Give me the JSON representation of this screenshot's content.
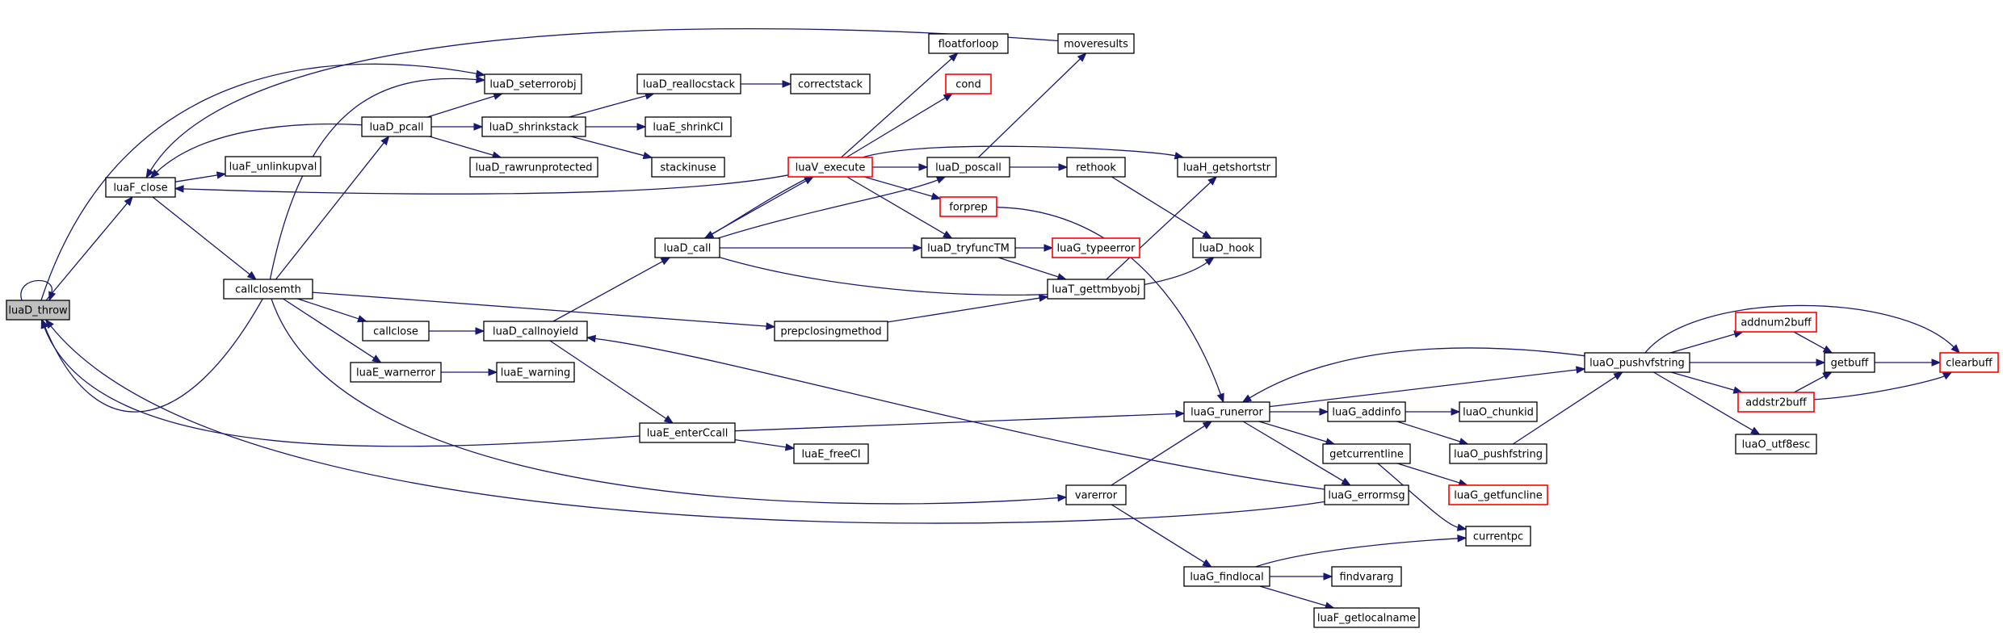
{
  "diagram": {
    "kind": "call graph",
    "colors": {
      "edge": "#191970",
      "node_border": "#000000",
      "root_fill": "#bfbfbf",
      "truncated_border": "#ff0000",
      "background": "#ffffff"
    },
    "nodes": [
      {
        "id": "luaD_throw",
        "label": "luaD_throw",
        "root": true
      },
      {
        "id": "luaF_close",
        "label": "luaF_close"
      },
      {
        "id": "callclosemth",
        "label": "callclosemth"
      },
      {
        "id": "luaF_unlinkupval",
        "label": "luaF_unlinkupval"
      },
      {
        "id": "luaD_seterrorobj",
        "label": "luaD_seterrorobj"
      },
      {
        "id": "luaD_pcall",
        "label": "luaD_pcall"
      },
      {
        "id": "luaD_shrinkstack",
        "label": "luaD_shrinkstack"
      },
      {
        "id": "luaD_reallocstack",
        "label": "luaD_reallocstack"
      },
      {
        "id": "correctstack",
        "label": "correctstack"
      },
      {
        "id": "luaE_shrinkCI",
        "label": "luaE_shrinkCI"
      },
      {
        "id": "stackinuse",
        "label": "stackinuse"
      },
      {
        "id": "luaD_rawrunprotected",
        "label": "luaD_rawrunprotected"
      },
      {
        "id": "callclose",
        "label": "callclose"
      },
      {
        "id": "luaD_callnoyield",
        "label": "luaD_callnoyield"
      },
      {
        "id": "luaE_warnerror",
        "label": "luaE_warnerror"
      },
      {
        "id": "luaE_warning",
        "label": "luaE_warning"
      },
      {
        "id": "luaD_call",
        "label": "luaD_call"
      },
      {
        "id": "luaE_enterCcall",
        "label": "luaE_enterCcall"
      },
      {
        "id": "luaE_freeCI",
        "label": "luaE_freeCI"
      },
      {
        "id": "prepclosingmethod",
        "label": "prepclosingmethod"
      },
      {
        "id": "luaV_execute",
        "label": "luaV_execute",
        "truncated": true
      },
      {
        "id": "floatforloop",
        "label": "floatforloop"
      },
      {
        "id": "cond",
        "label": "cond",
        "truncated": true
      },
      {
        "id": "moveresults",
        "label": "moveresults"
      },
      {
        "id": "luaD_poscall",
        "label": "luaD_poscall"
      },
      {
        "id": "rethook",
        "label": "rethook"
      },
      {
        "id": "forprep",
        "label": "forprep",
        "truncated": true
      },
      {
        "id": "luaD_tryfuncTM",
        "label": "luaD_tryfuncTM"
      },
      {
        "id": "luaG_typeerror",
        "label": "luaG_typeerror",
        "truncated": true
      },
      {
        "id": "luaT_gettmbyobj",
        "label": "luaT_gettmbyobj"
      },
      {
        "id": "luaH_getshortstr",
        "label": "luaH_getshortstr"
      },
      {
        "id": "luaD_hook",
        "label": "luaD_hook"
      },
      {
        "id": "luaG_runerror",
        "label": "luaG_runerror"
      },
      {
        "id": "luaG_addinfo",
        "label": "luaG_addinfo"
      },
      {
        "id": "luaO_chunkid",
        "label": "luaO_chunkid"
      },
      {
        "id": "luaO_pushfstring",
        "label": "luaO_pushfstring"
      },
      {
        "id": "getcurrentline",
        "label": "getcurrentline"
      },
      {
        "id": "luaG_getfuncline",
        "label": "luaG_getfuncline",
        "truncated": true
      },
      {
        "id": "luaG_errormsg",
        "label": "luaG_errormsg"
      },
      {
        "id": "varerror",
        "label": "varerror"
      },
      {
        "id": "currentpc",
        "label": "currentpc"
      },
      {
        "id": "luaG_findlocal",
        "label": "luaG_findlocal"
      },
      {
        "id": "findvararg",
        "label": "findvararg"
      },
      {
        "id": "luaF_getlocalname",
        "label": "luaF_getlocalname"
      },
      {
        "id": "luaO_pushvfstring",
        "label": "luaO_pushvfstring"
      },
      {
        "id": "addnum2buff",
        "label": "addnum2buff",
        "truncated": true
      },
      {
        "id": "getbuff",
        "label": "getbuff"
      },
      {
        "id": "addstr2buff",
        "label": "addstr2buff",
        "truncated": true
      },
      {
        "id": "clearbuff",
        "label": "clearbuff",
        "truncated": true
      },
      {
        "id": "luaO_utf8esc",
        "label": "luaO_utf8esc"
      }
    ],
    "edges": [
      [
        "luaD_throw",
        "luaD_throw"
      ],
      [
        "luaD_throw",
        "luaF_close"
      ],
      [
        "luaD_throw",
        "luaD_seterrorobj"
      ],
      [
        "luaF_close",
        "callclosemth"
      ],
      [
        "luaF_close",
        "luaF_unlinkupval"
      ],
      [
        "callclosemth",
        "luaD_throw"
      ],
      [
        "callclosemth",
        "luaD_seterrorobj"
      ],
      [
        "callclosemth",
        "luaD_pcall"
      ],
      [
        "callclosemth",
        "callclose"
      ],
      [
        "callclosemth",
        "luaE_warnerror"
      ],
      [
        "callclosemth",
        "prepclosingmethod"
      ],
      [
        "callclosemth",
        "varerror"
      ],
      [
        "luaD_pcall",
        "luaF_close"
      ],
      [
        "luaD_pcall",
        "luaD_seterrorobj"
      ],
      [
        "luaD_pcall",
        "luaD_shrinkstack"
      ],
      [
        "luaD_pcall",
        "luaD_rawrunprotected"
      ],
      [
        "luaD_shrinkstack",
        "luaD_reallocstack"
      ],
      [
        "luaD_shrinkstack",
        "luaE_shrinkCI"
      ],
      [
        "luaD_shrinkstack",
        "stackinuse"
      ],
      [
        "luaD_reallocstack",
        "correctstack"
      ],
      [
        "callclose",
        "luaD_callnoyield"
      ],
      [
        "luaE_warnerror",
        "luaE_warning"
      ],
      [
        "luaD_callnoyield",
        "luaD_call"
      ],
      [
        "luaD_callnoyield",
        "luaE_enterCcall"
      ],
      [
        "luaE_enterCcall",
        "luaD_throw"
      ],
      [
        "luaE_enterCcall",
        "luaE_freeCI"
      ],
      [
        "luaE_enterCcall",
        "luaG_runerror"
      ],
      [
        "luaD_call",
        "luaV_execute"
      ],
      [
        "luaD_call",
        "luaD_poscall"
      ],
      [
        "luaD_call",
        "luaD_tryfuncTM"
      ],
      [
        "luaD_call",
        "luaD_hook"
      ],
      [
        "luaV_execute",
        "luaF_close"
      ],
      [
        "luaV_execute",
        "luaD_call"
      ],
      [
        "luaV_execute",
        "floatforloop"
      ],
      [
        "luaV_execute",
        "cond"
      ],
      [
        "luaV_execute",
        "luaD_poscall"
      ],
      [
        "luaV_execute",
        "forprep"
      ],
      [
        "luaV_execute",
        "luaD_tryfuncTM"
      ],
      [
        "luaV_execute",
        "luaH_getshortstr"
      ],
      [
        "luaD_poscall",
        "moveresults"
      ],
      [
        "luaD_poscall",
        "rethook"
      ],
      [
        "rethook",
        "luaD_hook"
      ],
      [
        "moveresults",
        "luaF_close"
      ],
      [
        "forprep",
        "luaG_runerror"
      ],
      [
        "luaD_tryfuncTM",
        "luaG_typeerror"
      ],
      [
        "luaD_tryfuncTM",
        "luaT_gettmbyobj"
      ],
      [
        "luaT_gettmbyobj",
        "luaH_getshortstr"
      ],
      [
        "prepclosingmethod",
        "luaT_gettmbyobj"
      ],
      [
        "luaG_runerror",
        "luaG_addinfo"
      ],
      [
        "luaG_runerror",
        "getcurrentline"
      ],
      [
        "luaG_runerror",
        "luaG_errormsg"
      ],
      [
        "luaG_runerror",
        "luaO_pushvfstring"
      ],
      [
        "luaG_addinfo",
        "luaO_chunkid"
      ],
      [
        "luaG_addinfo",
        "luaO_pushfstring"
      ],
      [
        "luaO_pushfstring",
        "luaO_pushvfstring"
      ],
      [
        "luaO_pushvfstring",
        "luaG_runerror"
      ],
      [
        "luaO_pushvfstring",
        "addnum2buff"
      ],
      [
        "luaO_pushvfstring",
        "getbuff"
      ],
      [
        "luaO_pushvfstring",
        "addstr2buff"
      ],
      [
        "luaO_pushvfstring",
        "clearbuff"
      ],
      [
        "luaO_pushvfstring",
        "luaO_utf8esc"
      ],
      [
        "addnum2buff",
        "getbuff"
      ],
      [
        "addstr2buff",
        "getbuff"
      ],
      [
        "addstr2buff",
        "clearbuff"
      ],
      [
        "getbuff",
        "clearbuff"
      ],
      [
        "getcurrentline",
        "luaG_getfuncline"
      ],
      [
        "getcurrentline",
        "currentpc"
      ],
      [
        "luaG_errormsg",
        "luaD_throw"
      ],
      [
        "luaG_errormsg",
        "luaD_callnoyield"
      ],
      [
        "varerror",
        "luaG_runerror"
      ],
      [
        "varerror",
        "luaG_findlocal"
      ],
      [
        "luaG_findlocal",
        "currentpc"
      ],
      [
        "luaG_findlocal",
        "findvararg"
      ],
      [
        "luaG_findlocal",
        "luaF_getlocalname"
      ]
    ]
  }
}
